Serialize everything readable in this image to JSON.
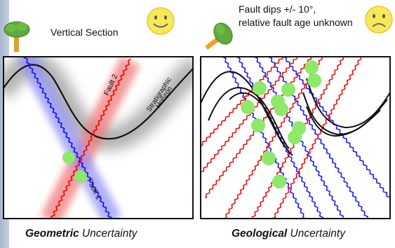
{
  "left_panel": {
    "title": "Vertical Section",
    "label_fault_2": "Fault 2",
    "label_fault_1": "Fault 1",
    "label_horizon_line1": "Stratigraphic",
    "label_horizon_line2": "Horizon",
    "caption_bold": "Geometric",
    "caption_rest": " Uncertainty",
    "mood_icon": "smiling-sun-icon"
  },
  "right_panel": {
    "title_line1": "Fault dips +/- 10°,",
    "title_line2": "relative fault age unknown",
    "caption_bold": "Geological",
    "caption_rest": " Uncertainty",
    "mood_icon": "frowning-sun-icon"
  },
  "colors": {
    "fault_1": "#1a1aff",
    "fault_2": "#ee1111",
    "horizon": "#111111",
    "intersection_marker": "#8ee86a",
    "tree": "#5faa3a",
    "sun": "#f7e85a",
    "sidebar": "#b8c4d8"
  }
}
